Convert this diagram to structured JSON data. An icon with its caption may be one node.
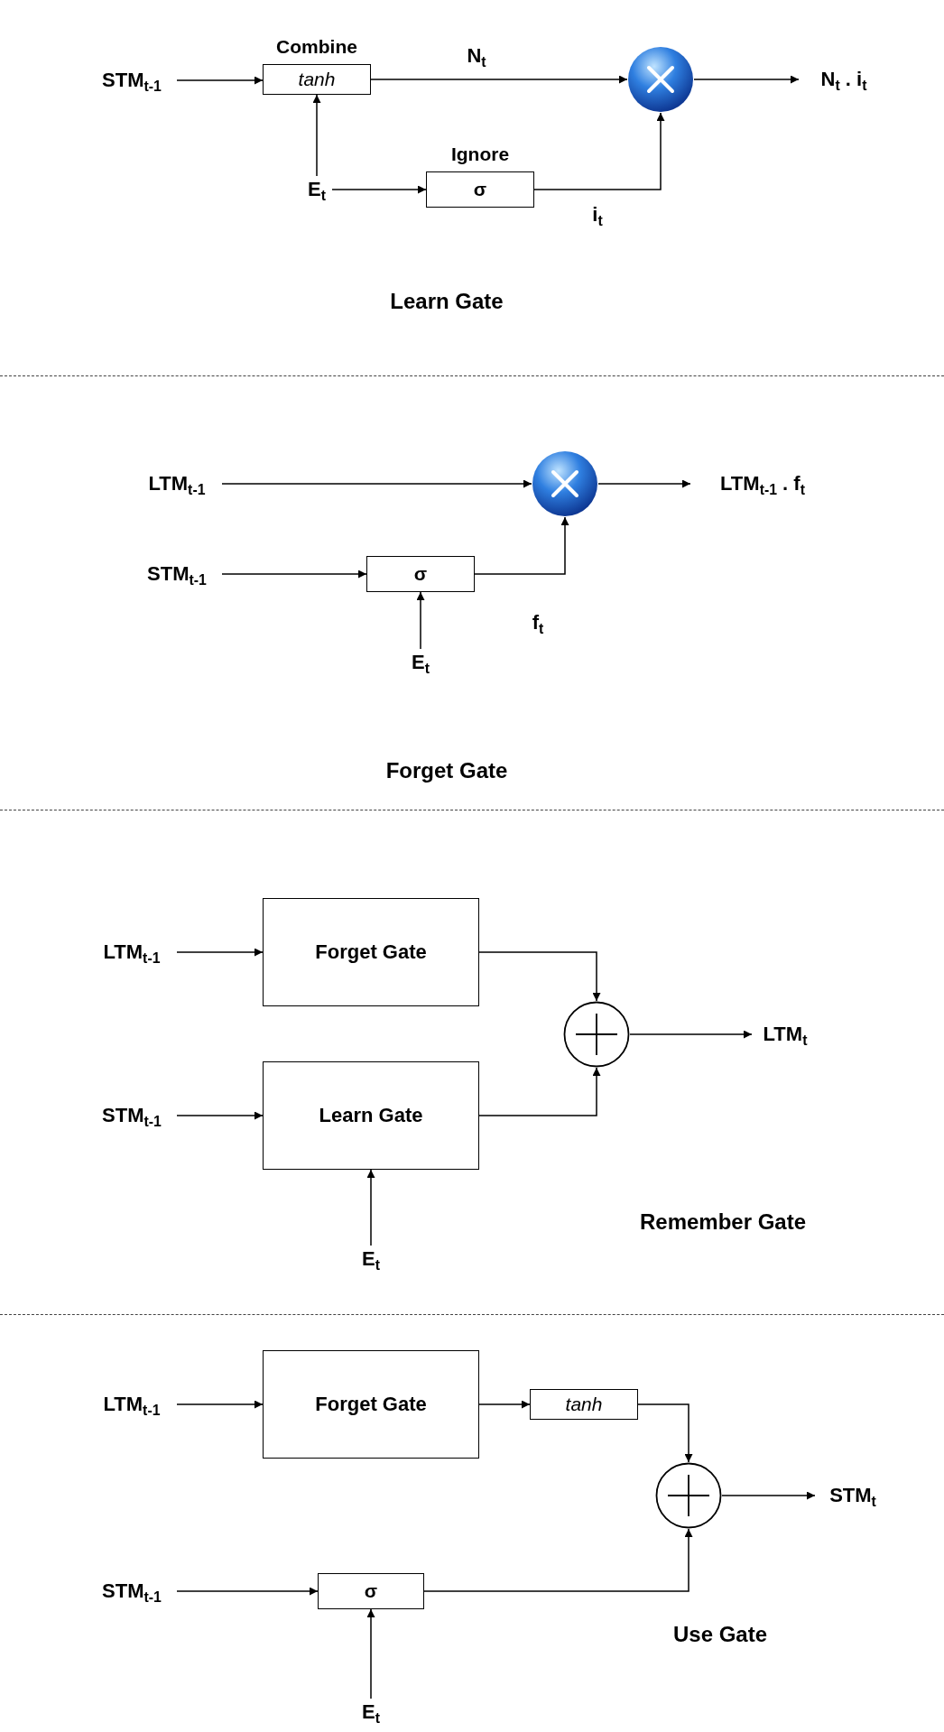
{
  "diagram": {
    "nodes": [
      {
        "text": [
          "STM$_{t-1}$"
        ]
      },
      {
        "text": [
          "Combine",
          "tanh"
        ]
      },
      {
        "text": [],
        "shape": "circle"
      },
      {
        "text": [
          "N$_{t}$ . i$_{t}$"
        ]
      },
      {
        "text": [
          "E$_{t}$"
        ]
      },
      {
        "text": [
          "Ignore",
          "σ"
        ]
      },
      {
        "text": [
          "LTM$_{t-1}$"
        ]
      },
      {
        "text": [],
        "shape": "circle"
      },
      {
        "text": [
          "LTM$_{t-1}$ . f$_{t}$"
        ]
      },
      {
        "text": [
          "STM$_{t-1}$"
        ]
      },
      {
        "text": [
          "σ"
        ]
      },
      {
        "text": [
          "E$_{t}$"
        ]
      },
      {
        "text": [
          "LTM$_{t-1}$"
        ]
      },
      {
        "text": [
          "Forget Gate"
        ]
      },
      {
        "text": [],
        "shape": "circle"
      },
      {
        "text": [
          "LTM$_{t}$"
        ]
      },
      {
        "text": [
          "STM$_{t-1}$"
        ]
      },
      {
        "text": [
          "Learn Gate"
        ]
      },
      {
        "text": [
          "E$_{t}$"
        ]
      },
      {
        "text": [
          "LTM$_{t-1}$"
        ]
      },
      {
        "text": [
          "Forget Gate"
        ]
      },
      {
        "text": [
          "tanh"
        ]
      },
      {
        "text": [],
        "shape": "circle"
      },
      {
        "text": [
          "STM$_{t}$"
        ]
      },
      {
        "text": [
          "STM$_{t-1}$"
        ]
      },
      {
        "text": [
          "σ"
        ]
      },
      {
        "text": [
          "E$_{t}$"
        ]
      }
    ],
    "edges": [
      {
        "from": 0,
        "to": 1,
        "arrow": "to"
      },
      {
        "from": 4,
        "to": 1,
        "arrow": "to"
      },
      {
        "from": 1,
        "to": 2,
        "arrow": "to",
        "label": "N$_{t}$"
      },
      {
        "from": 4,
        "to": 5,
        "arrow": "to"
      },
      {
        "from": 5,
        "to": 2,
        "arrow": "to",
        "label": "i$_{t}$"
      },
      {
        "from": 2,
        "to": 3,
        "arrow": "to"
      },
      {
        "from": 6,
        "to": 7,
        "arrow": "to"
      },
      {
        "from": 7,
        "to": 8,
        "arrow": "to"
      },
      {
        "from": 9,
        "to": 10,
        "arrow": "to"
      },
      {
        "from": 11,
        "to": 10,
        "arrow": "to"
      },
      {
        "from": 10,
        "to": 7,
        "arrow": "to",
        "label": "f$_{t}$"
      },
      {
        "from": 12,
        "to": 13,
        "arrow": "to"
      },
      {
        "from": 13,
        "to": 14,
        "arrow": "to"
      },
      {
        "from": 14,
        "to": 15,
        "arrow": "to"
      },
      {
        "from": 16,
        "to": 17,
        "arrow": "to"
      },
      {
        "from": 18,
        "to": 17,
        "arrow": "to"
      },
      {
        "from": 17,
        "to": 14,
        "arrow": "to"
      },
      {
        "from": 19,
        "to": 20,
        "arrow": "to"
      },
      {
        "from": 20,
        "to": 21,
        "arrow": "to"
      },
      {
        "from": 21,
        "to": 22,
        "arrow": "to"
      },
      {
        "from": 22,
        "to": 23,
        "arrow": "to"
      },
      {
        "from": 24,
        "to": 25,
        "arrow": "to"
      },
      {
        "from": 26,
        "to": 25,
        "arrow": "to"
      },
      {
        "from": 25,
        "to": 22,
        "arrow": "to"
      }
    ],
    "labels": [
      "Learn Gate",
      "Forget Gate",
      "Remember Gate",
      "Use Gate"
    ]
  }
}
